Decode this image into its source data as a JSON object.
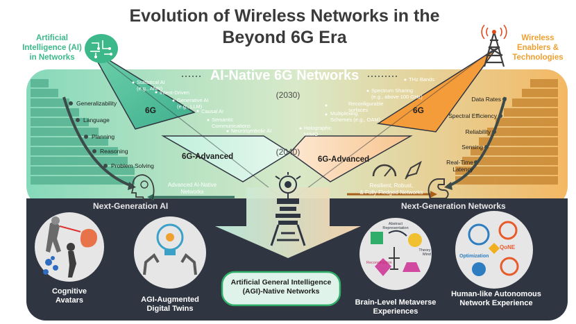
{
  "title_line1": "Evolution of Wireless Networks in the",
  "title_line2": "Beyond 6G Era",
  "left_corner": {
    "line1": "Artificial",
    "line2": "Intelligence (AI)",
    "line3": "in Networks"
  },
  "right_corner": {
    "line1": "Wireless",
    "line2": "Enablers &",
    "line3": "Technologies"
  },
  "center_title": "AI-Native 6G Networks",
  "year_2030": "(2030)",
  "year_2040": "(2040)",
  "left_6g": "6G",
  "right_6g": "6G",
  "left_6g_advanced": "6G-Advanced",
  "right_6g_advanced": "6G-Advanced",
  "ai_techniques": [
    {
      "line1": "Statistical AI",
      "line2": "(e.g., ANN)"
    },
    {
      "line1": "Intent-Driven",
      "line2": ""
    },
    {
      "line1": "Generative AI",
      "line2": "(e.g., LLM)"
    },
    {
      "line1": "Causal AI",
      "line2": ""
    },
    {
      "line1": "Semantic",
      "line2": "Communications"
    },
    {
      "line1": "Neurosymbolic AI",
      "line2": ""
    }
  ],
  "wireless_techniques": [
    {
      "line1": "THz Bands",
      "line2": ""
    },
    {
      "line1": "Spectrum Sharing",
      "line2": "(e.g., above 100 GHz)"
    },
    {
      "line1": "Reconfigurable",
      "line2": "surfaces"
    },
    {
      "line1": "Multiplexing",
      "line2": "Schemes (e.g., OAM)"
    },
    {
      "line1": "Holographic",
      "line2": "MIMO"
    }
  ],
  "ai_capabilities": [
    "Generalizability",
    "Language",
    "Planning",
    "Reasoning",
    "Problem Solving"
  ],
  "network_capabilities": [
    "Data Rates",
    "Spectral Efficiency",
    "Reliability",
    "Sensing",
    "Real-Time Latency"
  ],
  "advanced_ai_native": {
    "line1": "Advanced AI-Native",
    "line2": "Networks"
  },
  "resilient": {
    "line1": "Resilient, Robust,",
    "line2": "& Fully Fledged Networks"
  },
  "next_gen_ai": "Next-Generation AI",
  "next_gen_networks": "Next-Generation Networks",
  "agi_native": {
    "line1": "Artificial General Intelligence",
    "line2": "(AGI)-Native Networks"
  },
  "use_cases": {
    "cognitive": {
      "line1": "Cognitive",
      "line2": "Avatars"
    },
    "digital_twins": {
      "line1": "AGI-Augmented",
      "line2": "Digital Twins"
    },
    "metaverse": {
      "line1": "Brain-Level Metaverse",
      "line2": "Experiences"
    },
    "autonomous": {
      "line1": "Human-like Autonomous",
      "line2": "Network Experience"
    }
  },
  "metaverse_icons": {
    "abstract": "Abstract",
    "representation": "Representation",
    "reconstruction": "Reconstruction",
    "theory": "Theory of",
    "mind": "Mind"
  },
  "autonomous_icons": {
    "qone": "QoNE",
    "optimization": "Optimization"
  },
  "colors": {
    "teal": "#7ed3b5",
    "orange": "#f5a54a",
    "dark": "#2e3440",
    "title": "#3a3a3a",
    "left_label": "#3cb88a",
    "right_label": "#f0a030"
  }
}
